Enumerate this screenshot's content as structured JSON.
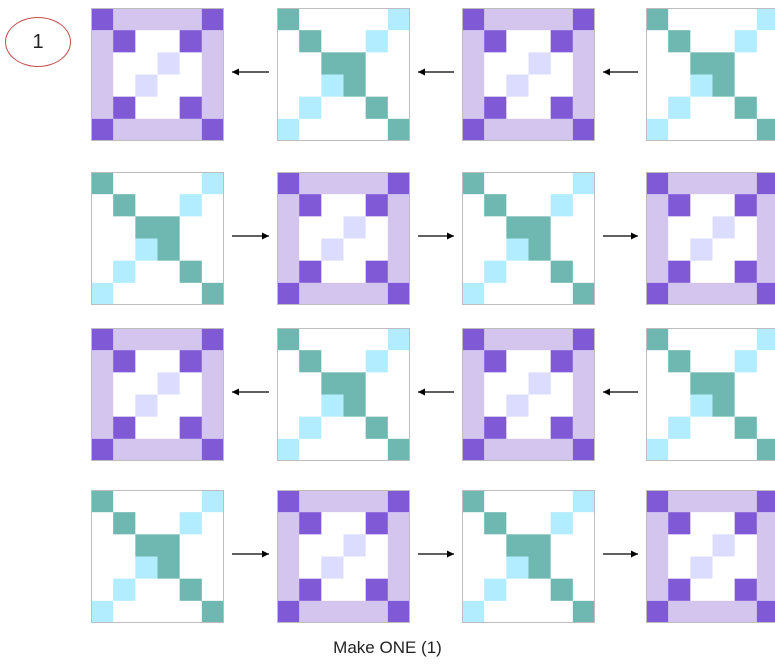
{
  "step_number": "1",
  "caption": "Make ONE (1)",
  "colors": {
    "purple_dark": "#8059d6",
    "purple_light": "#d3c5ee",
    "lavender": "#dcdcff",
    "teal": "#6fb8b2",
    "aqua": "#b2ecff",
    "border": "#bdbdbd",
    "arrow": "#000000"
  },
  "block_types": {
    "A": "frame-block",
    "B": "x-block"
  },
  "rows": [
    {
      "direction": "left",
      "blocks": [
        "A",
        "B",
        "A",
        "B"
      ]
    },
    {
      "direction": "right",
      "blocks": [
        "B",
        "A",
        "B",
        "A"
      ]
    },
    {
      "direction": "left",
      "blocks": [
        "A",
        "B",
        "A",
        "B"
      ]
    },
    {
      "direction": "right",
      "blocks": [
        "B",
        "A",
        "B",
        "A"
      ]
    }
  ]
}
